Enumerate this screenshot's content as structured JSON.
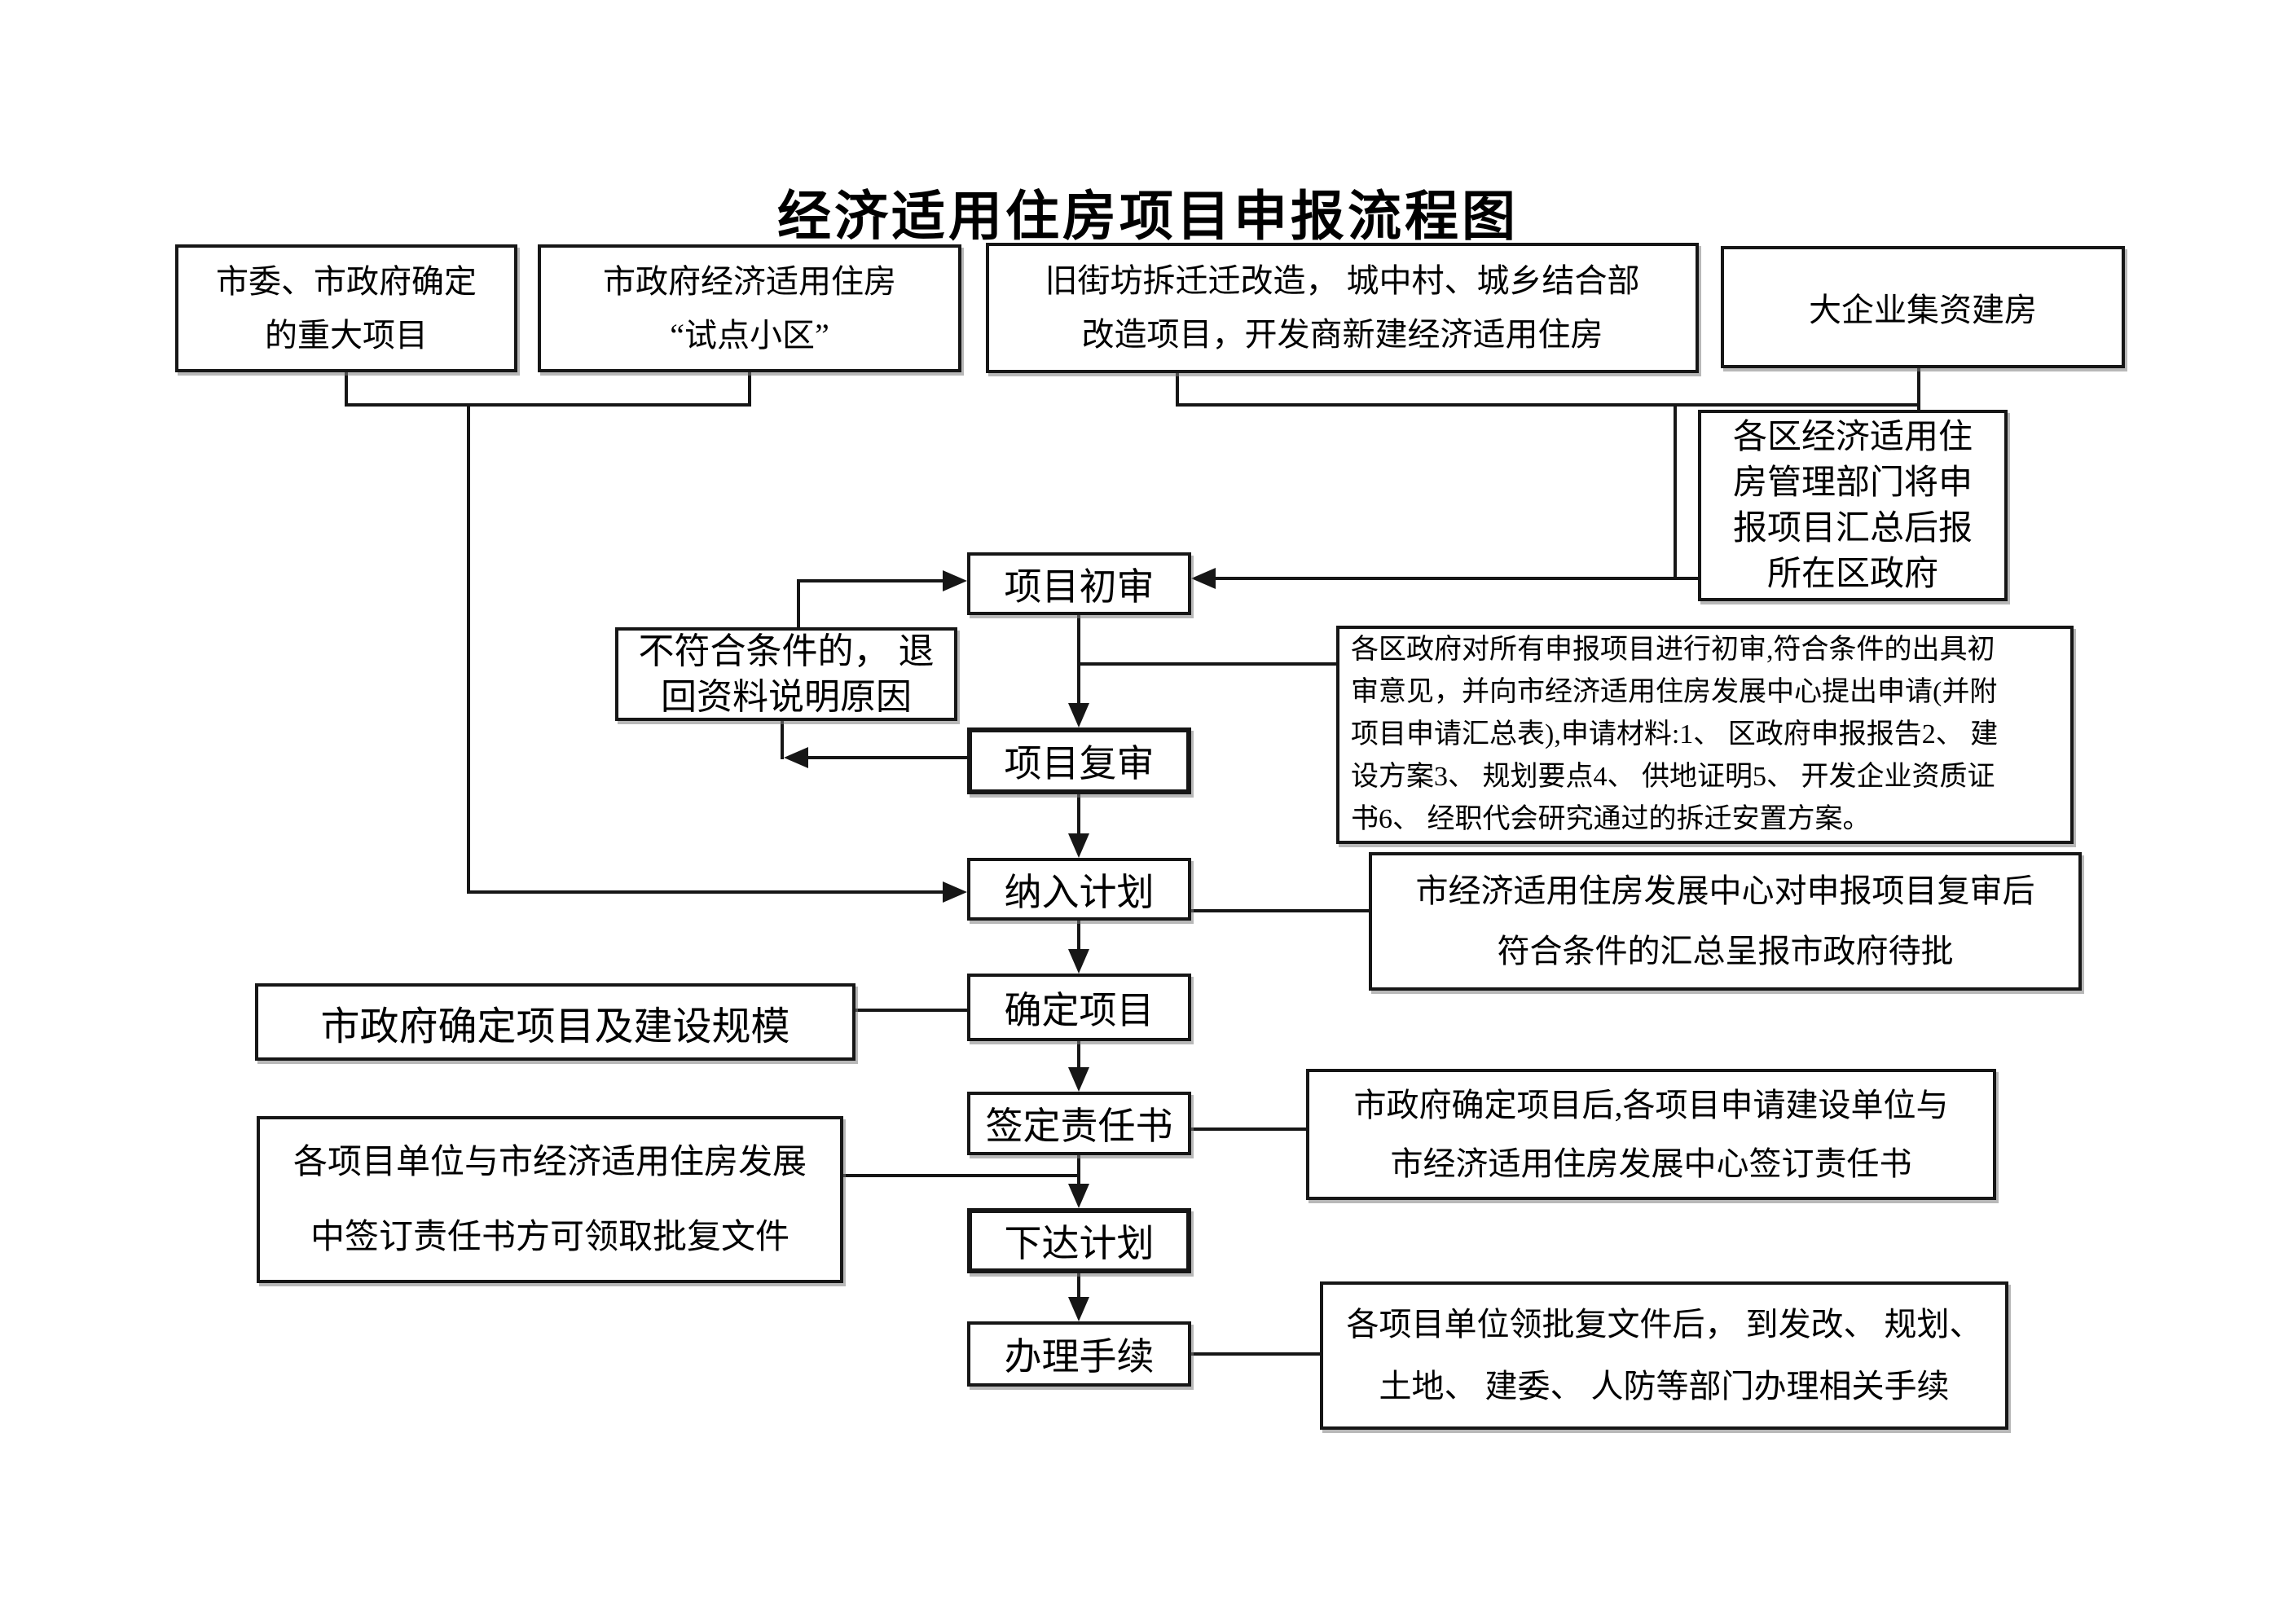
{
  "title": "经济适用住房项目申报流程图",
  "nodes": {
    "major_projects": {
      "lines": [
        "市委、市政府确定",
        "的重大项目"
      ]
    },
    "pilot_area": {
      "lines": [
        "市政府经济适用住房",
        "“试点小区”"
      ]
    },
    "renewal_projects": {
      "lines": [
        "旧街坊拆迁迁改造， 城中村、城乡结合部",
        "改造项目，开发商新建经济适用住房"
      ]
    },
    "enterprise_build": {
      "lines": [
        "大企业集资建房"
      ]
    },
    "district_mgmt": {
      "lines": [
        "各区经济适用住",
        "房管理部门将申",
        "报项目汇总后报",
        "所在区政府"
      ]
    },
    "initial_review": {
      "lines": [
        "项目初审"
      ]
    },
    "reject_return": {
      "lines": [
        "不符合条件的， 退",
        "回资料说明原因"
      ]
    },
    "second_review": {
      "lines": [
        "项目复审"
      ]
    },
    "note_initial": {
      "lines": [
        "各区政府对所有申报项目进行初审,符合条件的出具初",
        "审意见，并向市经济适用住房发展中心提出申请(并附",
        "项目申请汇总表),申请材料:1、 区政府申报报告2、 建",
        "设方案3、 规划要点4、 供地证明5、 开发企业资质证",
        "书6、 经职代会研究通过的拆迁安置方案。"
      ]
    },
    "include_plan": {
      "lines": [
        "纳入计划"
      ]
    },
    "note_second": {
      "lines": [
        "市经济适用住房发展中心对申报项目复审后",
        "符合条件的汇总呈报市政府待批"
      ]
    },
    "confirm_project": {
      "lines": [
        "确定项目"
      ]
    },
    "scale_decision": {
      "lines": [
        "市政府确定项目及建设规模"
      ]
    },
    "sign_duty": {
      "lines": [
        "签定责任书"
      ]
    },
    "note_sign": {
      "lines": [
        "市政府确定项目后,各项目申请建设单位与",
        "市经济适用住房发展中心签订责任书"
      ]
    },
    "receive_docs": {
      "lines": [
        "各项目单位与市经济适用住房发展",
        "中签订责任书方可领取批复文件"
      ]
    },
    "issue_plan": {
      "lines": [
        "下达计划"
      ]
    },
    "procedures": {
      "lines": [
        "办理手续"
      ]
    },
    "note_procedures": {
      "lines": [
        "各项目单位领批复文件后， 到发改、 规划、",
        "土地、 建委、 人防等部门办理相关手续"
      ]
    }
  },
  "colors": {
    "ink": "#161616",
    "paper": "#ffffff"
  }
}
